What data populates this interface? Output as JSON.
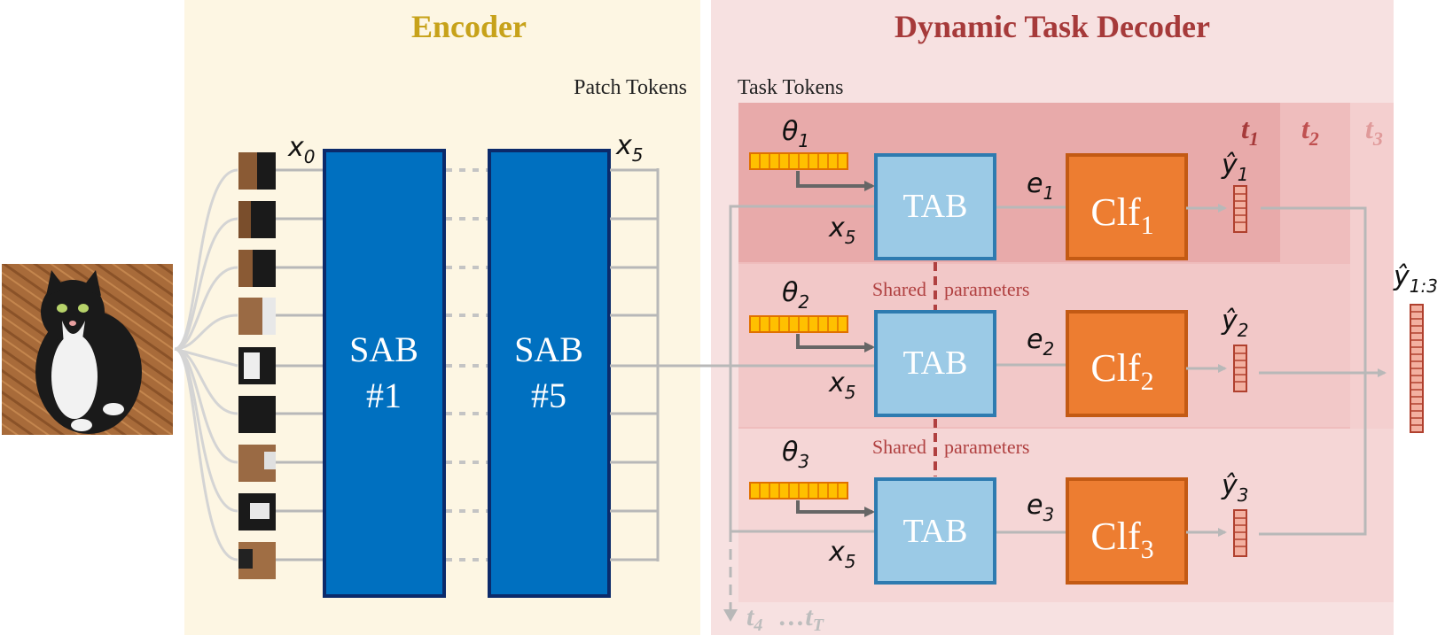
{
  "colors": {
    "encoder_bg": "#fdf6e3",
    "decoder_bg": "#f7e1e1",
    "encoder_title": "#c7a21a",
    "decoder_title": "#a63a3a",
    "sab_fill": "#0070c0",
    "tab_fill": "#9bcae6",
    "clf_fill": "#ed7d31",
    "task_token": "#ffc000",
    "line_gray": "#b8b8b8",
    "shared_red": "#b04040"
  },
  "encoder": {
    "title": "Encoder",
    "patch_tokens_label": "Patch Tokens",
    "x0_label": "x",
    "x0_sub": "0",
    "x5_label": "x",
    "x5_sub": "5",
    "sab1": {
      "line1": "SAB",
      "line2": "#1"
    },
    "sab5": {
      "line1": "SAB",
      "line2": "#5"
    }
  },
  "decoder": {
    "title": "Dynamic Task Decoder",
    "task_tokens_label": "Task Tokens",
    "panels": [
      {
        "label": "t",
        "sub": "1"
      },
      {
        "label": "t",
        "sub": "2"
      },
      {
        "label": "t",
        "sub": "3"
      }
    ],
    "rows": [
      {
        "theta": "θ",
        "theta_sub": "1",
        "tab": "TAB",
        "x": "x",
        "x_sub": "5",
        "e": "e",
        "e_sub": "1",
        "clf": "Clf",
        "clf_sub": "1",
        "y": "ŷ",
        "y_sub": "1"
      },
      {
        "theta": "θ",
        "theta_sub": "2",
        "tab": "TAB",
        "x": "x",
        "x_sub": "5",
        "e": "e",
        "e_sub": "2",
        "clf": "Clf",
        "clf_sub": "2",
        "y": "ŷ",
        "y_sub": "2"
      },
      {
        "theta": "θ",
        "theta_sub": "3",
        "tab": "TAB",
        "x": "x",
        "x_sub": "5",
        "e": "e",
        "e_sub": "3",
        "clf": "Clf",
        "clf_sub": "3",
        "y": "ŷ",
        "y_sub": "3"
      }
    ],
    "shared_left": "Shared",
    "shared_right": "parameters",
    "output": {
      "y": "ŷ",
      "sub": "1:3"
    },
    "more_tasks": {
      "t4": "t",
      "t4_sub": "4",
      "dots": "…",
      "tT": "t",
      "tT_sub": "T"
    }
  }
}
